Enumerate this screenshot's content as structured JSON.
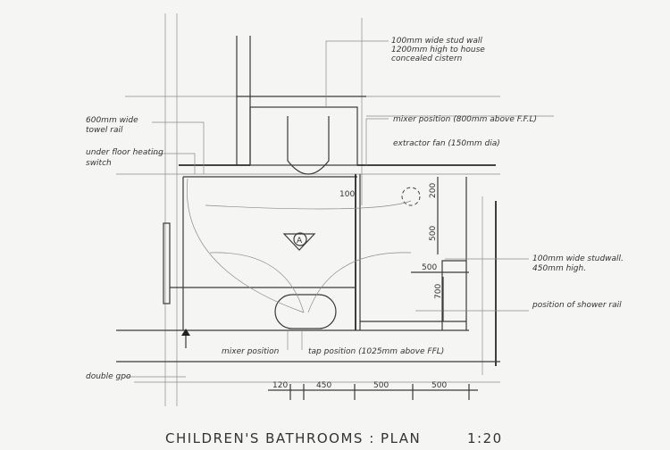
{
  "title": "CHILDREN'S BATHROOMS : PLAN",
  "scale": "1:20",
  "room_marker": "A",
  "annotations": {
    "stud_wall_line1": "100mm wide stud wall",
    "stud_wall_line2": "1200mm high to house",
    "stud_wall_line3": "concealed cistern",
    "mixer_position_shower": "mixer position (800mm above F.F.L)",
    "extractor_fan": "extractor fan (150mm dia)",
    "towel_rail_line1": "600mm wide",
    "towel_rail_line2": "towel rail",
    "heating_switch_line1": "under floor heating",
    "heating_switch_line2": "switch",
    "low_studwall_line1": "100mm wide studwall.",
    "low_studwall_line2": "450mm high.",
    "shower_rail": "position of shower rail",
    "mixer_position_basin": "mixer position",
    "tap_position": "tap position (1025mm above FFL)",
    "double_gpo": "double gpo"
  },
  "dimensions": {
    "bottom": [
      "120",
      "450",
      "500",
      "500"
    ],
    "d100": "100",
    "d200": "200",
    "d500_vertical": "500",
    "d500_horizontal": "500",
    "d700": "700"
  }
}
